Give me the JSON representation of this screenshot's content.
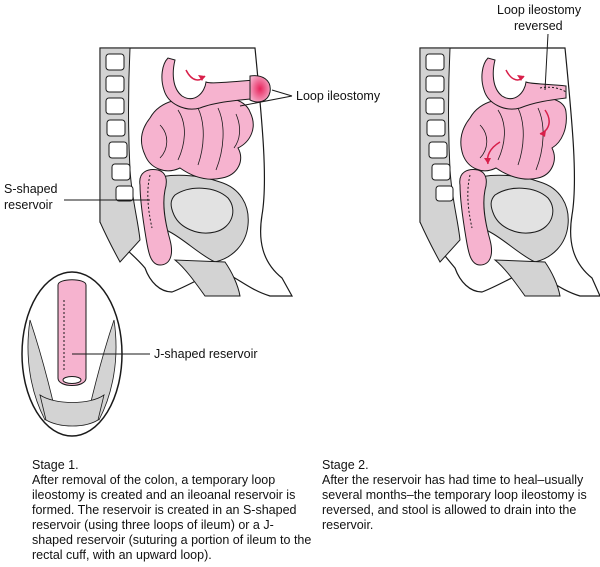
{
  "labels": {
    "loop_ileostomy": "Loop ileostomy",
    "s_shaped_reservoir_line1": "S-shaped",
    "s_shaped_reservoir_line2": "reservoir",
    "j_shaped_reservoir": "J-shaped reservoir",
    "loop_reversed_line1": "Loop ileostomy",
    "loop_reversed_line2": "reversed"
  },
  "stage1": {
    "title": "Stage 1.",
    "body": "After removal of the colon, a temporary loop ileostomy is created and an ileoanal reservoir is formed. The reservoir is created in an S-shaped reservoir (using three loops of ileum) or a J-shaped reservoir (suturing a portion of ileum to the rectal cuff, with an upward loop)."
  },
  "stage2": {
    "title": "Stage 2.",
    "body": "After the reservoir has had time to heal–usually several months–the temporary loop ileostomy is reversed, and stool is allowed to drain into the reservoir."
  },
  "colors": {
    "bowel_pink": "#f6b3cf",
    "ileostomy_red": "#ea3f73",
    "arrow_red": "#d81f4a",
    "tissue_gray": "#d3d3d3",
    "outline": "#1a1a1a"
  }
}
